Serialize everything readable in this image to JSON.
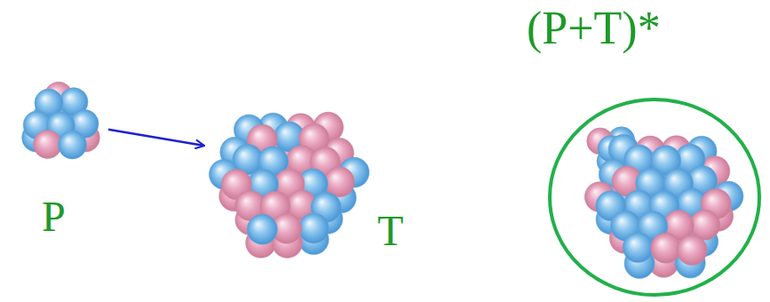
{
  "diagram": {
    "nodes": [
      {
        "text": [
          "P"
        ]
      },
      {
        "text": [
          "T"
        ]
      },
      {
        "text": [
          "(P+T)*"
        ]
      }
    ],
    "edges": [
      {
        "from": 0,
        "to": 1,
        "arrow": "to"
      }
    ]
  }
}
